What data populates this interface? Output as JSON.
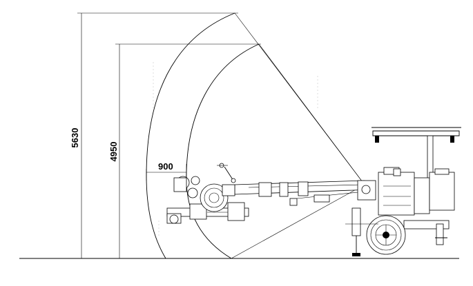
{
  "dimensions": {
    "max_height": "5630",
    "reach_height": "4950",
    "front_offset": "900"
  },
  "colors": {
    "line": "#000000",
    "background": "#ffffff"
  }
}
